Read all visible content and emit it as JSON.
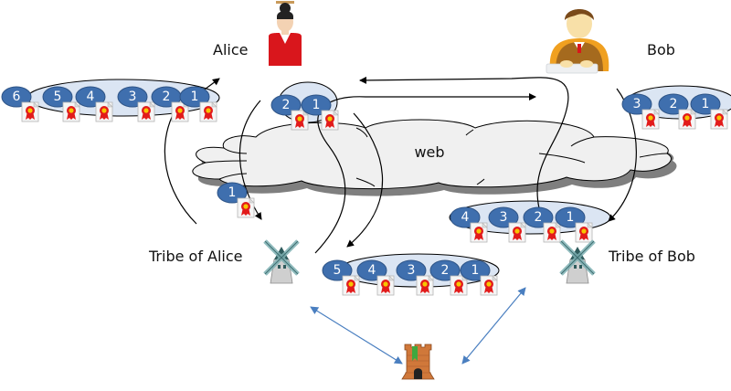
{
  "labels": {
    "alice": "Alice",
    "bob": "Bob",
    "web": "web",
    "tribe_alice": "Tribe of Alice",
    "tribe_bob": "Tribe of Bob"
  },
  "colors": {
    "badge_fill": "#3f6fae",
    "badge_stroke": "#2e5487",
    "chain_fill": "#dbe5f3",
    "cloud_fill": "#f0f0f0",
    "cloud_shadow": "#7f7f7f",
    "ribbon_red": "#e21b1b",
    "ribbon_gold": "#f7c500",
    "link_blue": "#4a7fc0",
    "alice_red": "#d9161c",
    "bob_brown": "#a56a1e"
  },
  "chains": {
    "alice_chain": {
      "entries": [
        "6",
        "5",
        "4",
        "3",
        "2",
        "1"
      ]
    },
    "web_chain": {
      "entries": [
        "2",
        "1"
      ]
    },
    "bob_chain": {
      "entries": [
        "3",
        "2",
        "1"
      ]
    },
    "in_transit": {
      "entries": [
        "1"
      ]
    },
    "tribe_bob_chain": {
      "entries": [
        "4",
        "3",
        "2",
        "1"
      ]
    },
    "tribe_alice_chain": {
      "entries": [
        "5",
        "4",
        "3",
        "2",
        "1"
      ]
    }
  },
  "icons": {
    "alice": "person-alice-icon",
    "bob": "person-bob-icon",
    "tribe": "windmill-icon",
    "castle": "castle-icon",
    "certificate": "certificate-icon"
  }
}
